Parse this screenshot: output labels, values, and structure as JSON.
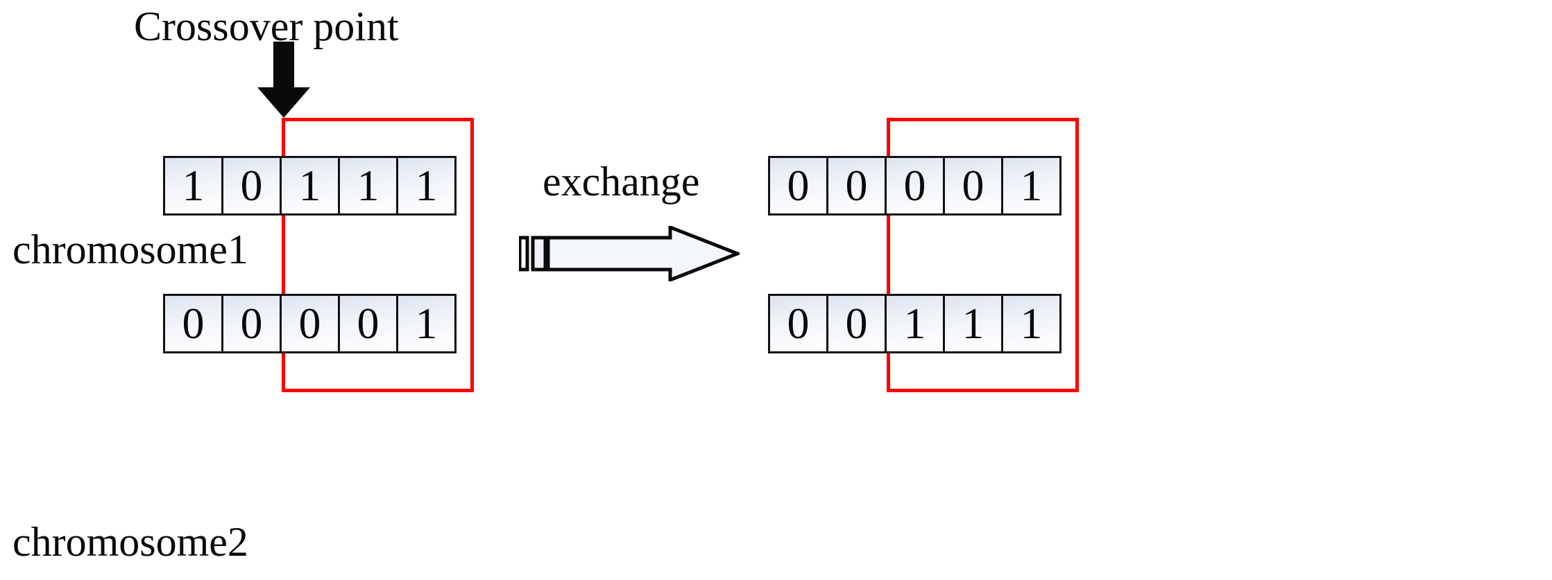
{
  "diagram": {
    "title": "Crossover point",
    "operation_label": "exchange",
    "crossover_point_index": 2,
    "accent_color": "#ff0000",
    "cell_border_color": "#111111",
    "text_color": "#0a0a0a"
  },
  "labels": {
    "crossover_point": "Crossover point",
    "chromosome1": "chromosome1",
    "chromosome2": "chromosome2",
    "exchange": "exchange"
  },
  "chart_data": {
    "type": "table",
    "title": "Crossover point",
    "before": {
      "rows": [
        {
          "name": "chromosome1",
          "bits": [
            "1",
            "0",
            "1",
            "1",
            "1"
          ]
        },
        {
          "name": "chromosome2",
          "bits": [
            "0",
            "0",
            "0",
            "0",
            "1"
          ]
        }
      ]
    },
    "after": {
      "rows": [
        {
          "name": "chromosome1",
          "bits": [
            "0",
            "0",
            "0",
            "0",
            "1"
          ]
        },
        {
          "name": "chromosome2",
          "bits": [
            "0",
            "0",
            "1",
            "1",
            "1"
          ]
        }
      ]
    },
    "annotations": [
      "Crossover point",
      "exchange"
    ]
  },
  "icons": {
    "down_arrow": "down-arrow-icon",
    "exchange_arrow": "right-block-arrow-icon"
  }
}
